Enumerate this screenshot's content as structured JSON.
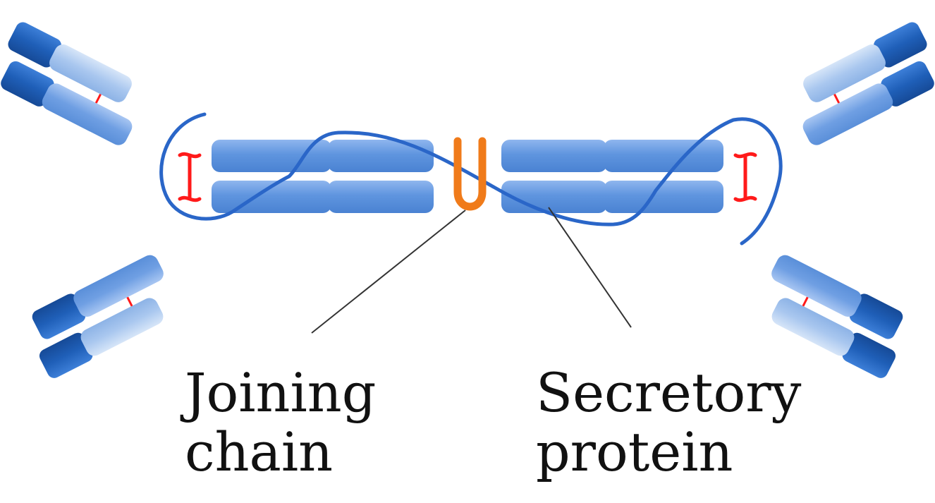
{
  "labels": {
    "joining_chain": {
      "line1": "Joining",
      "line2": "chain"
    },
    "secretory_protein": {
      "line1": "Secretory",
      "line2": "protein"
    }
  },
  "colors": {
    "dark_domain": "#1f5fb8",
    "light_domain": "#9fc1ee",
    "mid_domain": "#6f9fe3",
    "pale_domain": "#c9dcf6",
    "secretory_strand": "#2a66c8",
    "joining_chain": "#f07b1a",
    "disulfide": "#ff1a1a",
    "leader_line": "#333333"
  },
  "icons": [
    "antibody-left-icon",
    "antibody-right-icon",
    "joining-chain-icon",
    "secretory-component-icon"
  ]
}
